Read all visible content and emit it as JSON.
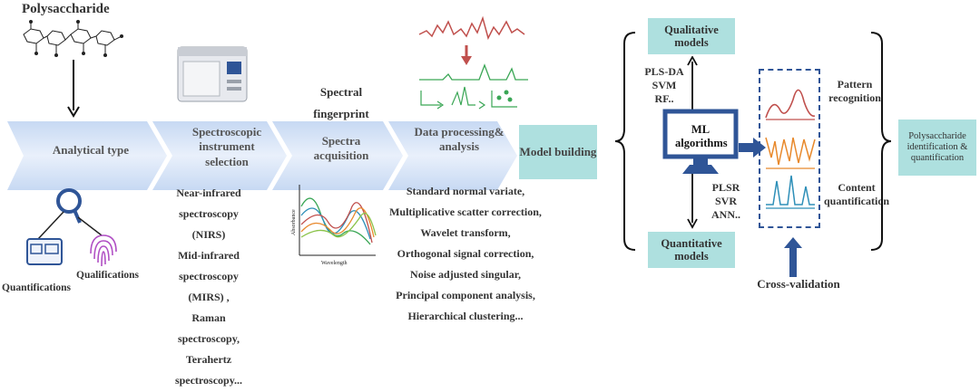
{
  "title": "Polysaccharide",
  "steps": [
    {
      "label": "Analytical type"
    },
    {
      "label": "Spectroscopic instrument selection"
    },
    {
      "label": "Spectra acquisition"
    },
    {
      "label": "Data processing& analysis"
    },
    {
      "label": "Model building"
    }
  ],
  "analytical_type": {
    "quantifications": "Quantifications",
    "qualifications": "Qualifications"
  },
  "spectral_fingerprint": "Spectral fingerprint",
  "instruments": [
    "Near-infrared",
    "spectroscopy",
    "(NIRS)",
    "Mid-infrared",
    "spectroscopy",
    "(MIRS) ,",
    "Raman",
    "spectroscopy,",
    "Terahertz",
    "spectroscopy..."
  ],
  "processing_methods": [
    "Standard normal variate,",
    "Multiplicative scatter correction,",
    "Wavelet transform,",
    "Orthogonal signal correction,",
    "Noise adjusted singular,",
    "Principal component analysis,",
    "Hierarchical clustering..."
  ],
  "absorbance_plot": {
    "ylabel": "Absorbance",
    "xlabel": "Wavelength"
  },
  "ml": {
    "qualitative_models": "Qualitative models",
    "quantitative_models": "Quantitative models",
    "qual_algorithms": [
      "PLS-DA",
      "SVM",
      "RF.."
    ],
    "quant_algorithms": [
      "PLSR",
      "SVR",
      "ANN.."
    ],
    "center": "ML algorithms",
    "pattern_recognition": "Pattern recognition",
    "content_quantification": "Content quantification",
    "cross_validation": "Cross-validation"
  },
  "outcome": "Polysaccharide identification & quantification",
  "colors": {
    "arrow_light": "#dde9f9",
    "arrow_dark": "#bcd2f2",
    "teal": "#aee0df",
    "monitor": "#2f5597",
    "red": "#c0504d",
    "green": "#3aa655",
    "orange": "#e8892c",
    "blue": "#2e8fb8"
  }
}
